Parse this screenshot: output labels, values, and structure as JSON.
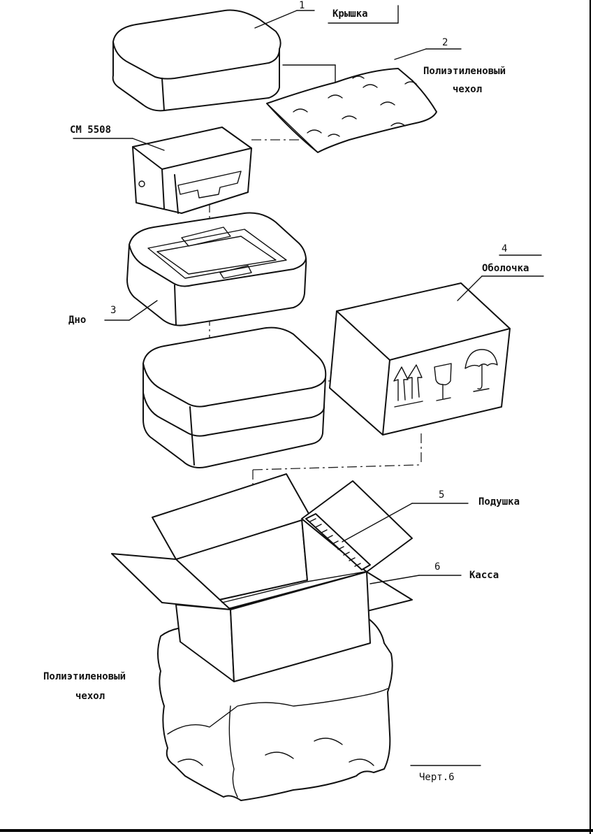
{
  "labels": {
    "lid": {
      "num": "1",
      "text": "Крышка"
    },
    "film": {
      "num": "2",
      "text_line1": "Полиэтиленовый",
      "text_line2": "чехол"
    },
    "device": {
      "text": "СМ 5508"
    },
    "bottom": {
      "num": "3",
      "text": "Дно"
    },
    "shell": {
      "num": "4",
      "text": "Оболочка"
    },
    "cushion": {
      "num": "5",
      "text": "Подушка"
    },
    "case": {
      "num": "6",
      "text": "Касса"
    },
    "outer_film": {
      "text_line1": "Полиэтиленовый",
      "text_line2": "чехол"
    }
  },
  "caption": "Черт.6",
  "icons": [
    "this-side-up-arrows-icon",
    "fragile-glass-icon",
    "keep-dry-umbrella-icon"
  ]
}
